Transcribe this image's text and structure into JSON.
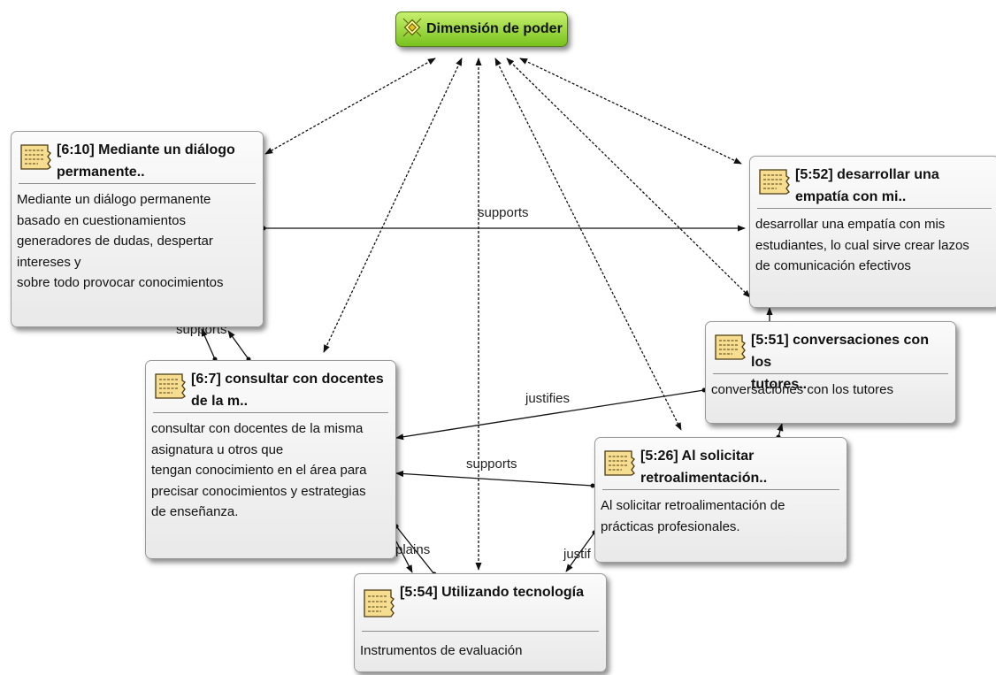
{
  "root": {
    "label": "Dimensión de poder",
    "icon": "network-view-icon"
  },
  "codes": [
    {
      "id": "q610",
      "title_line1": "[6:10] Mediante un diálogo",
      "title_line2": "permanente..",
      "body": "Mediante un diálogo permanente\nbasado en cuestionamientos\ngeneradores de dudas, despertar\nintereses y\nsobre todo provocar conocimientos",
      "icon": "quotation-icon"
    },
    {
      "id": "q552",
      "title_line1": "[5:52] desarrollar una",
      "title_line2": "empatía con mi..",
      "body": "desarrollar una empatía con mis\nestudiantes, lo cual sirve crear lazos\nde comunicación efectivos",
      "icon": "quotation-icon"
    },
    {
      "id": "q551",
      "title_line1": "[5:51] conversaciones con los",
      "title_line2": "tutores..",
      "body": "conversaciones con los tutores",
      "icon": "quotation-icon"
    },
    {
      "id": "q67",
      "title_line1": "[6:7] consultar con docentes",
      "title_line2": "de la m..",
      "body": "consultar con docentes de la misma\nasignatura u otros que\ntengan conocimiento en el área para\nprecisar conocimientos y estrategias\nde enseñanza.",
      "icon": "quotation-icon"
    },
    {
      "id": "q526",
      "title_line1": "[5:26] Al solicitar",
      "title_line2": "retroalimentación..",
      "body": "Al solicitar retroalimentación de\nprácticas profesionales.",
      "icon": "quotation-icon"
    },
    {
      "id": "q554",
      "title_line1": "[5:54] Utilizando tecnología",
      "title_line2": "",
      "body": "Instrumentos de evaluación",
      "icon": "quotation-icon"
    }
  ],
  "relations": {
    "supports_top": "supports",
    "supports_left": "supports",
    "justifies": "justifies",
    "supports_mid": "supports",
    "explains": "plains",
    "justifies_bottom": "justif"
  },
  "colors": {
    "root_fill": "#8fd22c",
    "node_fill": "#f0f0f0",
    "link": "#111111"
  }
}
